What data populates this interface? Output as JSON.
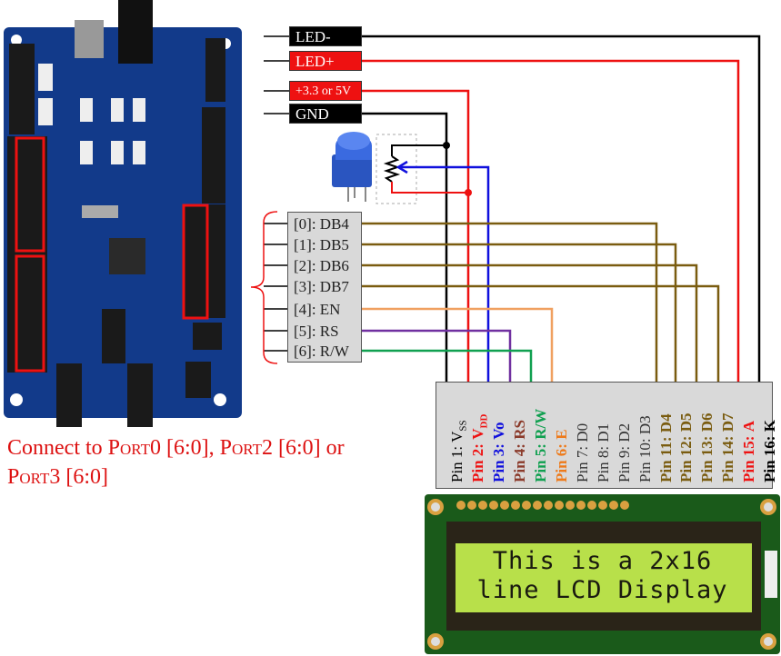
{
  "power_labels": [
    {
      "id": "led-minus",
      "text": "LED-",
      "bg": "black"
    },
    {
      "id": "led-plus",
      "text": "LED+",
      "bg": "red"
    },
    {
      "id": "vcc",
      "text": "+3.3 or 5V",
      "bg": "red"
    },
    {
      "id": "gnd",
      "text": "GND",
      "bg": "black"
    }
  ],
  "signals": [
    "[0]: DB4",
    "[1]: DB5",
    "[2]: DB6",
    "[3]: DB7",
    "[4]: EN",
    "[5]: RS",
    "[6]: R/W"
  ],
  "pins": [
    {
      "num": "Pin  1:",
      "name": "V",
      "sub": "SS",
      "color": "#000000",
      "bold_num": false
    },
    {
      "num": "Pin  2:",
      "name": "V",
      "sub": "DD",
      "color": "#ee1111",
      "bold_num": true
    },
    {
      "num": "Pin  3:",
      "name": "Vo",
      "sub": "",
      "color": "#1010dd",
      "bold_num": true
    },
    {
      "num": "Pin  4:",
      "name": "RS",
      "sub": "",
      "color": "#8b3a2a",
      "bold_num": true
    },
    {
      "num": "Pin  5:",
      "name": "R/W",
      "sub": "",
      "color": "#10a050",
      "bold_num": true
    },
    {
      "num": "Pin  6:",
      "name": "E",
      "sub": "",
      "color": "#ee7a1a",
      "bold_num": true
    },
    {
      "num": "Pin  7:",
      "name": "D0",
      "sub": "",
      "color": "#333333",
      "bold_num": false
    },
    {
      "num": "Pin  8:",
      "name": "D1",
      "sub": "",
      "color": "#333333",
      "bold_num": false
    },
    {
      "num": "Pin  9:",
      "name": "D2",
      "sub": "",
      "color": "#333333",
      "bold_num": false
    },
    {
      "num": "Pin 10:",
      "name": "D3",
      "sub": "",
      "color": "#333333",
      "bold_num": false
    },
    {
      "num": "Pin 11:",
      "name": "D4",
      "sub": "",
      "color": "#7a5c10",
      "bold_num": true
    },
    {
      "num": "Pin 12:",
      "name": "D5",
      "sub": "",
      "color": "#7a5c10",
      "bold_num": true
    },
    {
      "num": "Pin 13:",
      "name": "D6",
      "sub": "",
      "color": "#7a5c10",
      "bold_num": true
    },
    {
      "num": "Pin 14:",
      "name": "D7",
      "sub": "",
      "color": "#7a5c10",
      "bold_num": true
    },
    {
      "num": "Pin 15:",
      "name": "A",
      "sub": "",
      "color": "#ee1111",
      "bold_num": true
    },
    {
      "num": "Pin 16:",
      "name": "K",
      "sub": "",
      "color": "#000000",
      "bold_num": true
    }
  ],
  "caption": {
    "part1": "Connect to ",
    "port0": "Port0",
    "part2": " [6:0], ",
    "port2": "Port2",
    "part3": " [6:0] or ",
    "port3": "Port3",
    "part4": " [6:0]"
  },
  "lcd": {
    "line1": "This is a 2x16",
    "line2": "line LCD Display"
  },
  "colors": {
    "ground": "#000000",
    "power": "#ee1111",
    "contrast": "#1010dd",
    "data": "#7a5c10",
    "enable": "#f0a060",
    "rs": "#7030a0",
    "rw": "#10a050",
    "caption": "#dd1111",
    "lcd_bg": "#b8e04a",
    "pcb": "#1a5a1a",
    "board": "#123a8a"
  }
}
